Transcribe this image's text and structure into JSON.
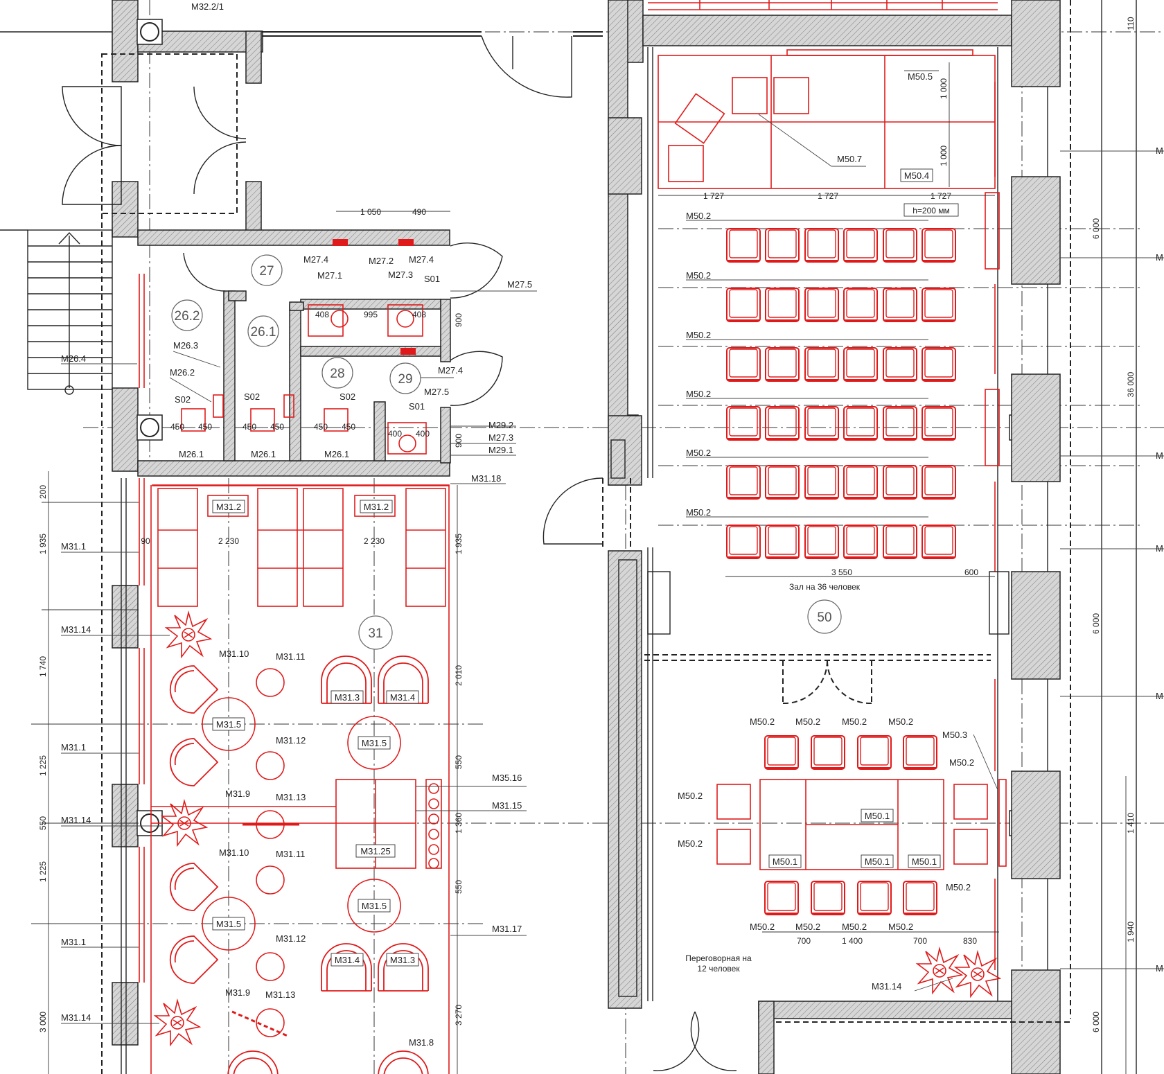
{
  "rooms": [
    {
      "id": "27",
      "label": "27"
    },
    {
      "id": "26_2",
      "label": "26.2"
    },
    {
      "id": "26_1",
      "label": "26.1"
    },
    {
      "id": "28",
      "label": "28"
    },
    {
      "id": "29",
      "label": "29"
    },
    {
      "id": "31",
      "label": "31"
    },
    {
      "id": "50",
      "label": "50"
    }
  ],
  "captions": {
    "hall": "Зал на 36 человек",
    "meeting_line1": "Переговорная на",
    "meeting_line2": "12 человек",
    "height_note": "h=200 мм"
  },
  "tags": {
    "m3221": "М32.2/1",
    "m264": "М26.4",
    "m263": "М26.3",
    "m262": "М26.2",
    "m261": "М26.1",
    "s02": "S02",
    "s01": "S01",
    "m271": "М27.1",
    "m272": "М27.2",
    "m273": "М27.3",
    "m274": "М27.4",
    "m275": "М27.5",
    "m292": "М29.2",
    "m291": "М29.1",
    "m3118": "М31.18",
    "m312": "М31.2",
    "m311": "М31.1",
    "m3114": "М31.14",
    "m3110": "М31.10",
    "m3111": "М31.11",
    "m3112": "М31.12",
    "m3113": "М31.13",
    "m319": "М31.9",
    "m313": "М31.3",
    "m314": "М31.4",
    "m315": "М31.5",
    "m3125": "М31.25",
    "m3516": "М35.16",
    "m3115": "М31.15",
    "m3117": "М31.17",
    "m318": "М31.8",
    "m505": "М50.5",
    "m507": "М50.7",
    "m504": "М50.4",
    "m502": "М50.2",
    "m503": "М50.3",
    "m501": "М50.1",
    "m_cut": "М"
  },
  "dims": {
    "d1050": "1 050",
    "d490": "490",
    "d408": "408",
    "d995": "995",
    "d900": "900",
    "d450": "450",
    "d400": "400",
    "d200": "200",
    "d1935": "1 935",
    "d90": "90",
    "d2230": "2 230",
    "d1740": "1 740",
    "d2010": "2 010",
    "d1225": "1 225",
    "d550": "550",
    "d1360": "1 360",
    "d3000": "3 000",
    "d3270": "3 270",
    "d1000": "1 000",
    "d1727": "1 727",
    "d3550": "3 550",
    "d600": "600",
    "d700": "700",
    "d1400": "1 400",
    "d830": "830",
    "d6000": "6 000",
    "d36000": "36 000",
    "d110": "110",
    "d1410": "1 410",
    "d1940": "1 940"
  },
  "colors": {
    "furniture": "#e01a1a",
    "linework": "#222222",
    "text": "#222222"
  },
  "icons": [
    "column-marker-icon",
    "plant-icon",
    "chair-icon",
    "armchair-icon",
    "door-swing-icon",
    "stair-arrow-icon"
  ]
}
